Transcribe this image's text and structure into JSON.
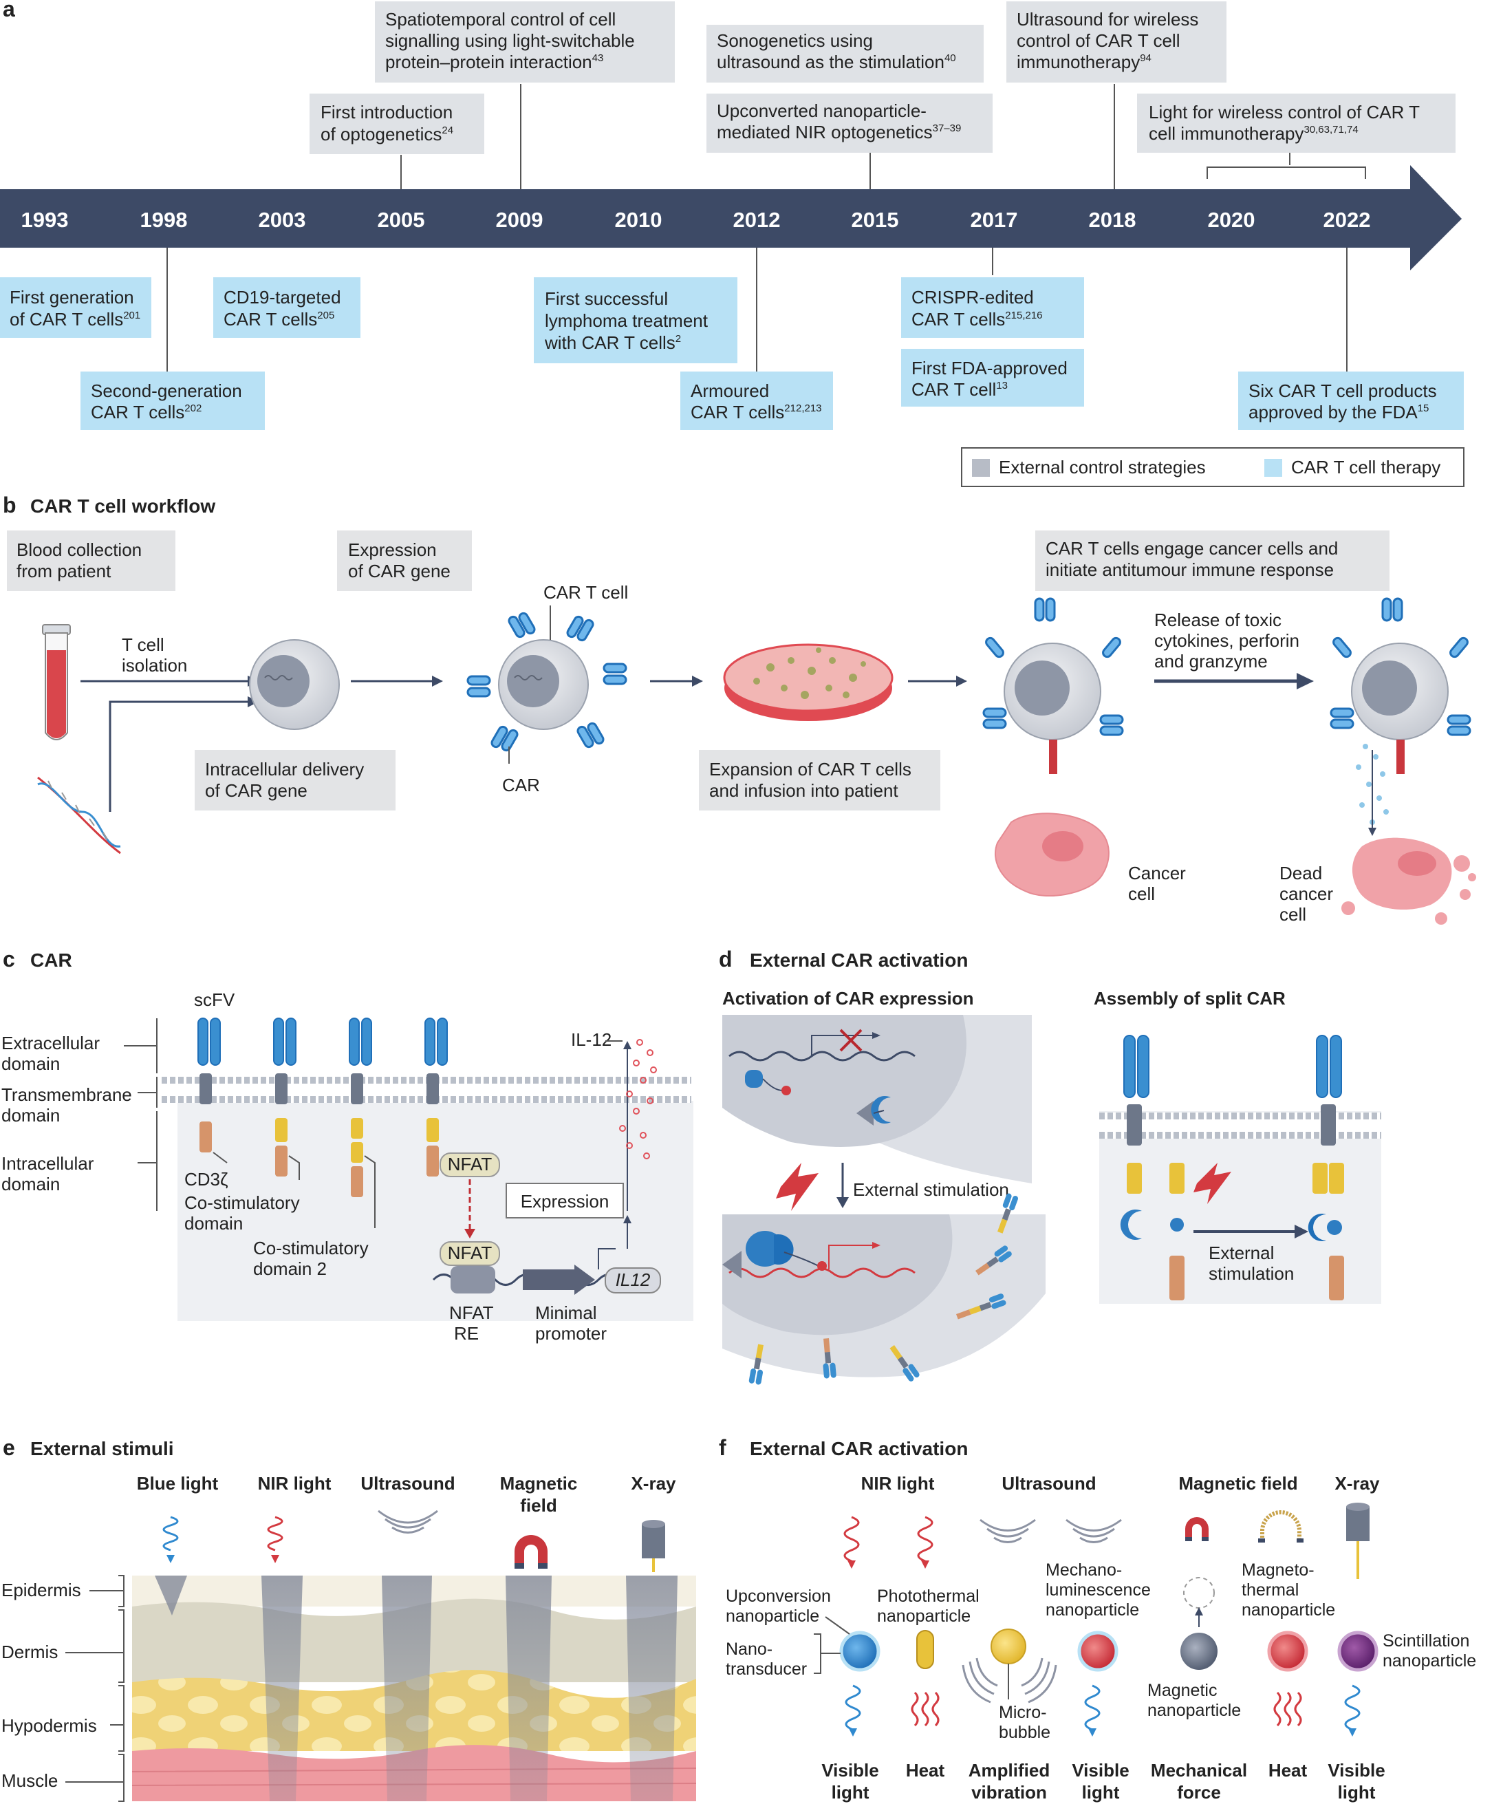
{
  "colors": {
    "timeline_arrow": "#3d4a66",
    "external_control_box": "#dfe2e6",
    "car_t_therapy_box": "#b8e1f5",
    "workflow_box": "#e3e4e6",
    "cell_membrane": "#c7ccd4",
    "car_receptor": "#3a8fd0",
    "cancer_cell": "#f0a2a8",
    "nir_red": "#d33a40",
    "blue_light": "#2f89cf",
    "gold_domain": "#e8c23a",
    "tan_domain": "#d6946a"
  },
  "panel_a": {
    "label": "a",
    "years": [
      "1993",
      "1998",
      "2003",
      "2005",
      "2009",
      "2010",
      "2012",
      "2015",
      "2017",
      "2018",
      "2020",
      "2022"
    ],
    "above_events": [
      {
        "lines": [
          "First introduction",
          "of optogenetics"
        ],
        "sup": "24"
      },
      {
        "lines": [
          "Spatiotemporal control of cell",
          "signalling using light-switchable",
          "protein–protein interaction"
        ],
        "sup": "43"
      },
      {
        "lines": [
          "Sonogenetics using",
          "ultrasound as the stimulation"
        ],
        "sup": "40"
      },
      {
        "lines": [
          "Upconverted nanoparticle-",
          "mediated NIR optogenetics"
        ],
        "sup": "37–39"
      },
      {
        "lines": [
          "Ultrasound for wireless",
          "control of CAR T cell",
          "immunotherapy"
        ],
        "sup": "94"
      },
      {
        "lines": [
          "Light for wireless control of CAR T",
          "cell immunotherapy"
        ],
        "sup": "30,63,71,74"
      }
    ],
    "below_events": [
      {
        "lines": [
          "First generation",
          "of CAR T cells"
        ],
        "sup": "201"
      },
      {
        "lines": [
          "Second-generation",
          "CAR T cells"
        ],
        "sup": "202"
      },
      {
        "lines": [
          "CD19-targeted",
          "CAR T cells"
        ],
        "sup": "205"
      },
      {
        "lines": [
          "First successful",
          "lymphoma treatment",
          "with CAR T cells"
        ],
        "sup": "2"
      },
      {
        "lines": [
          "Armoured",
          "CAR T cells"
        ],
        "sup": "212,213"
      },
      {
        "lines": [
          "CRISPR-edited",
          "CAR T cells"
        ],
        "sup": "215,216"
      },
      {
        "lines": [
          "First FDA-approved",
          "CAR T cell"
        ],
        "sup": "13"
      },
      {
        "lines": [
          "Six CAR T cell products",
          "approved by the FDA"
        ],
        "sup": "15"
      }
    ],
    "legend": {
      "external": "External control strategies",
      "therapy": "CAR T cell therapy"
    }
  },
  "panel_b": {
    "label": "b",
    "title": "CAR T cell workflow",
    "boxes": {
      "blood": [
        "Blood collection",
        "from patient"
      ],
      "expression": [
        "Expression",
        "of CAR gene"
      ],
      "delivery": [
        "Intracellular delivery",
        "of CAR gene"
      ],
      "expansion": [
        "Expansion of CAR T cells",
        "and infusion into patient"
      ],
      "engage": [
        "CAR T cells engage cancer cells and",
        "initiate antitumour immune response"
      ]
    },
    "labels": {
      "isolation": [
        "T cell",
        "isolation"
      ],
      "car_t_cell": "CAR T cell",
      "car": "CAR",
      "release": [
        "Release of toxic",
        "cytokines, perforin",
        "and granzyme"
      ],
      "cancer": [
        "Cancer",
        "cell"
      ],
      "dead": [
        "Dead",
        "cancer",
        "cell"
      ]
    }
  },
  "panel_c": {
    "label": "c",
    "title": "CAR",
    "domains": {
      "extracellular": [
        "Extracellular",
        "domain"
      ],
      "transmembrane": [
        "Transmembrane",
        "domain"
      ],
      "intracellular": [
        "Intracellular",
        "domain"
      ]
    },
    "labels": {
      "scfv": "scFV",
      "cd3z": "CD3ζ",
      "costim": [
        "Co-stimulatory",
        "domain"
      ],
      "costim2": [
        "Co-stimulatory",
        "domain 2"
      ],
      "il12": "IL-12",
      "nfat": "NFAT",
      "expression": "Expression",
      "nfat_re": [
        "NFAT",
        "RE"
      ],
      "minimal_promoter": [
        "Minimal",
        "promoter"
      ],
      "il12_gene": "IL12"
    }
  },
  "panel_d": {
    "label": "d",
    "title": "External CAR activation",
    "sub1": "Activation of CAR expression",
    "sub2": "Assembly of split CAR",
    "external_stimulation": "External stimulation",
    "external_stimulation_split": [
      "External",
      "stimulation"
    ]
  },
  "panel_e": {
    "label": "e",
    "title": "External stimuli",
    "stimuli": [
      [
        "Blue light"
      ],
      [
        "NIR light"
      ],
      [
        "Ultrasound"
      ],
      [
        "Magnetic",
        "field"
      ],
      [
        "X-ray"
      ]
    ],
    "layers": [
      "Epidermis",
      "Dermis",
      "Hypodermis",
      "Muscle"
    ]
  },
  "panel_f": {
    "label": "f",
    "title": "External CAR activation",
    "stimuli": [
      "NIR light",
      "Ultrasound",
      "Magnetic field",
      "X-ray"
    ],
    "transducers": {
      "upconversion": [
        "Upconversion",
        "nanoparticle"
      ],
      "nanotransducer": [
        "Nano-",
        "transducer"
      ],
      "photothermal": [
        "Photothermal",
        "nanoparticle"
      ],
      "microbubble": [
        "Micro-",
        "bubble"
      ],
      "mechano": [
        "Mechano-",
        "luminescence",
        "nanoparticle"
      ],
      "magnetic": [
        "Magnetic",
        "nanoparticle"
      ],
      "magnetothermal": [
        "Magneto-",
        "thermal",
        "nanoparticle"
      ],
      "scintillation": [
        "Scintillation",
        "nanoparticle"
      ]
    },
    "outputs": [
      [
        "Visible",
        "light"
      ],
      [
        "Heat"
      ],
      [
        "Amplified",
        "vibration"
      ],
      [
        "Visible",
        "light"
      ],
      [
        "Mechanical",
        "force"
      ],
      [
        "Heat"
      ],
      [
        "Visible",
        "light"
      ]
    ]
  }
}
